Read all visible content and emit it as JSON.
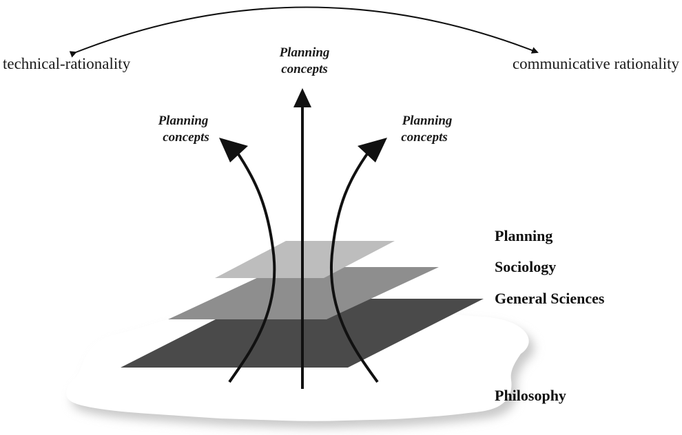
{
  "spectrum": {
    "left_label": "technical-rationality",
    "right_label": "communicative rationality"
  },
  "concepts": {
    "center": {
      "line1": "Planning",
      "line2": "concepts"
    },
    "left": {
      "line1": "Planning",
      "line2": "concepts"
    },
    "right": {
      "line1": "Planning",
      "line2": "concepts"
    }
  },
  "layers": {
    "planning": "Planning",
    "sociology": "Sociology",
    "general_sciences": "General Sciences",
    "philosophy": "Philosophy"
  },
  "colors": {
    "ink": "#111111",
    "layer_planning": "#bdbdbd",
    "layer_sociology": "#8e8e8e",
    "layer_general_sciences": "#4a4a4a",
    "cloud_shadow": "#c9c9c9",
    "cloud_fill": "#ffffff"
  }
}
